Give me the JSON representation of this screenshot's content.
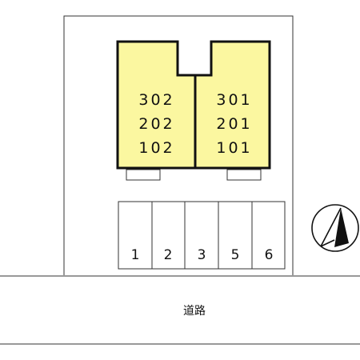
{
  "building": {
    "fill": "#fbf7a0",
    "left_units": [
      "302",
      "202",
      "102"
    ],
    "right_units": [
      "301",
      "201",
      "101"
    ]
  },
  "parking": {
    "slots": [
      "1",
      "2",
      "3",
      "5",
      "6"
    ]
  },
  "road": {
    "label": "道路"
  },
  "compass": {
    "icon": "north-arrow-icon"
  }
}
